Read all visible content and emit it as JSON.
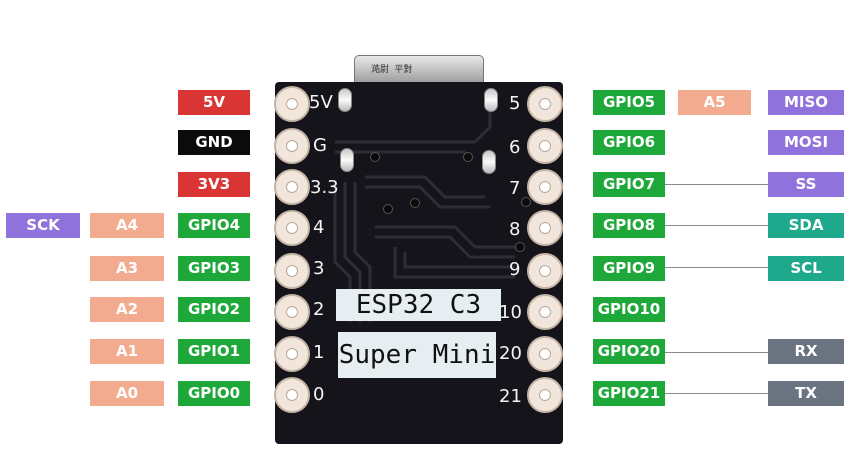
{
  "board": {
    "silk_left": [
      "5V",
      "G",
      "3.3",
      "4",
      "3",
      "2",
      "1",
      "0"
    ],
    "silk_right": [
      "5",
      "6",
      "7",
      "8",
      "9",
      "10",
      "20",
      "21"
    ],
    "chip_line1": "ESP32  C3",
    "chip_line2": "Super Mini",
    "usb_text": "澔尉 平對"
  },
  "left_labels": {
    "power": [
      "5V",
      "GND",
      "3V3"
    ],
    "gpio": [
      "GPIO4",
      "GPIO3",
      "GPIO2",
      "GPIO1",
      "GPIO0"
    ],
    "analog": [
      "A4",
      "A3",
      "A2",
      "A1",
      "A0"
    ],
    "spi_sck": "SCK"
  },
  "right_labels": {
    "gpio": [
      "GPIO5",
      "GPIO6",
      "GPIO7",
      "GPIO8",
      "GPIO9",
      "GPIO10",
      "GPIO20",
      "GPIO21"
    ],
    "analog_a5": "A5",
    "spi": [
      "MISO",
      "MOSI",
      "SS"
    ],
    "i2c": [
      "SDA",
      "SCL"
    ],
    "uart": [
      "RX",
      "TX"
    ]
  },
  "colors": {
    "power": "#d93535",
    "ground": "#0b0b0b",
    "gpio": "#1fa83a",
    "analog": "#f2ab8f",
    "spi": "#8f72dc",
    "i2c": "#1fa98c",
    "uart": "#6a7480",
    "board": "#16141b"
  }
}
